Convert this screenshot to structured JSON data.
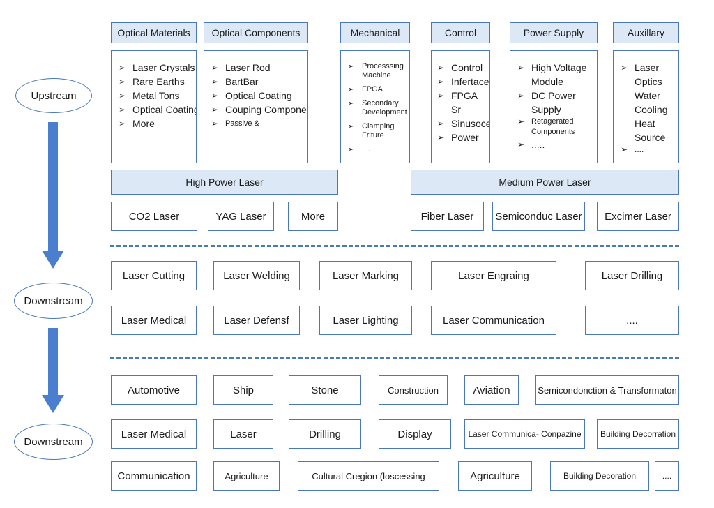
{
  "stages": {
    "upstream": "Upstream",
    "downstream_1": "Downstream",
    "downstream_2": "Downstream"
  },
  "upstream_categories": [
    {
      "title": "Optical Materials",
      "items": [
        "Laser Crystals",
        "Rare Earths",
        "Metal Tons",
        "Optical Coatings",
        "More"
      ]
    },
    {
      "title": "Optical Components",
      "items": [
        "Laser Rod",
        "BartBar",
        "Optical Coating",
        "Couping Compones",
        "Passive &"
      ]
    },
    {
      "title": "Mechanical",
      "items": [
        "Processsing Machine",
        "FPGA",
        "Secondary Development",
        "Clamping Friture",
        "...."
      ]
    },
    {
      "title": "Control",
      "items": [
        "Control",
        "Infertace",
        "FPGA Sr",
        "Sinusoce",
        "Power"
      ]
    },
    {
      "title": "Power Supply",
      "items": [
        "High Voltage Module",
        "DC Power Supply",
        "Retagerated Components",
        "....."
      ]
    },
    {
      "title": "Auxillary",
      "items": [
        "Laser Optics Water Cooling Heat Source",
        "...."
      ]
    }
  ],
  "laser_groups": {
    "high_power": "High Power Laser",
    "medium_power": "Medium Power Laser"
  },
  "laser_types": [
    "CO2 Laser",
    "YAG Laser",
    "More",
    "Fiber Laser",
    "Semiconduc Laser",
    "Excimer Laser"
  ],
  "applications": {
    "row1": [
      "Laser Cutting",
      "Laser Welding",
      "Laser Marking",
      "Laser Engraing",
      "Laser  Drilling"
    ],
    "row2": [
      "Laser Medical",
      "Laser Defensf",
      "Laser  Lighting",
      "Laser Communication",
      "...."
    ]
  },
  "industries": {
    "row1": [
      "Automotive",
      "Ship",
      "Stone",
      "Construction",
      "Aviation",
      "Semicondonction & Transformaton"
    ],
    "row2": [
      "Laser Medical",
      "Laser",
      "Drilling",
      "Display",
      "Laser Communica- Conpazine",
      "Building Decorration"
    ],
    "row3": [
      "Communication",
      "Agriculture",
      "Cultural Cregion (loscessing",
      "Agriculture",
      "Building Decoration",
      "...."
    ]
  },
  "colors": {
    "border": "#4a78b8",
    "header_fill": "#dde8f6",
    "arrow": "#4a7fd0"
  }
}
